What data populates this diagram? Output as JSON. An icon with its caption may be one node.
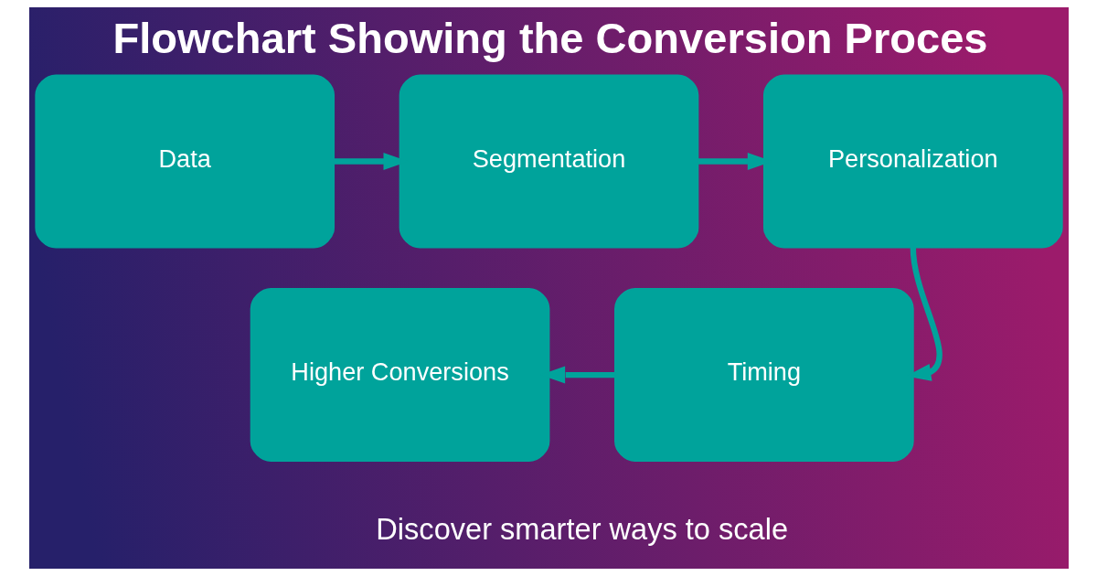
{
  "diagram": {
    "title": "Flowchart Showing the Conversion Proces",
    "nodes": [
      {
        "text": [
          "Data"
        ]
      },
      {
        "text": [
          "Segmentation"
        ]
      },
      {
        "text": [
          "Personalization"
        ]
      },
      {
        "text": [
          "Timing"
        ]
      },
      {
        "text": [
          "Higher Conversions"
        ]
      }
    ],
    "edges": [
      {
        "from": 0,
        "to": 1,
        "arrow": "to"
      },
      {
        "from": 1,
        "to": 2,
        "arrow": "to"
      },
      {
        "from": 2,
        "to": 3,
        "arrow": "to"
      },
      {
        "from": 3,
        "to": 4,
        "arrow": "to"
      }
    ],
    "labels": [
      "Discover smarter ways to scale"
    ]
  }
}
